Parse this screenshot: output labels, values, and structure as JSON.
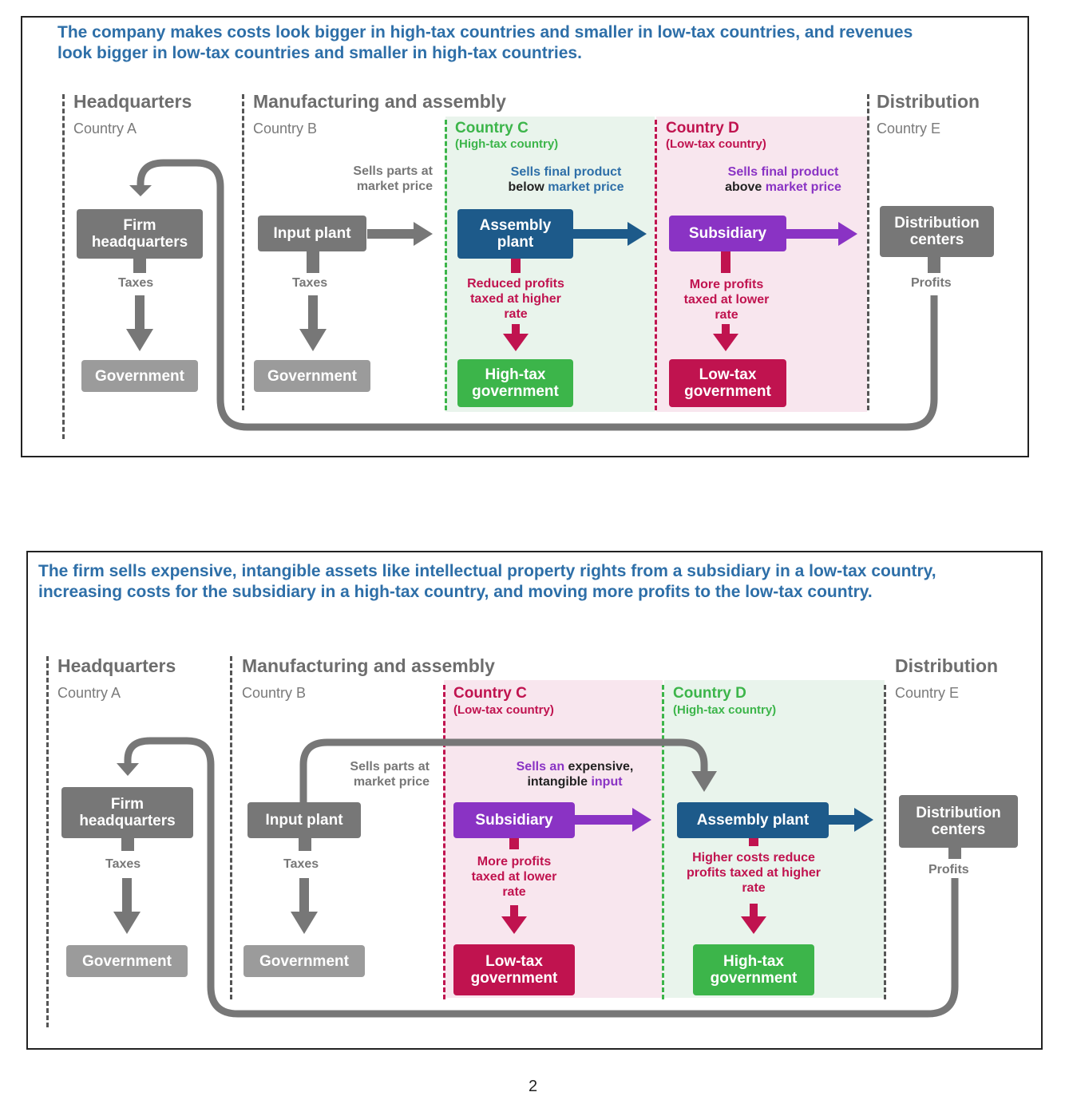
{
  "colors": {
    "gray": "#777777",
    "light_gray": "#9b9b9b",
    "blue": "#1d5a8a",
    "purple": "#8a33c4",
    "green": "#3cb54a",
    "crimson": "#c0134f",
    "caption_blue": "#2e6fa8",
    "green_bg": "#e9f4ec",
    "pink_bg": "#f8e6ee"
  },
  "panel1": {
    "caption": "The company makes costs look bigger in high-tax countries and smaller in low-tax countries, and revenues look bigger in low-tax countries and smaller in high-tax countries.",
    "headquarters": {
      "title": "Headquarters",
      "country": "Country A",
      "box": "Firm headquarters",
      "taxes": "Taxes",
      "government": "Government"
    },
    "manufacturing": {
      "title": "Manufacturing and assembly",
      "country_b": "Country B",
      "input_plant": "Input plant",
      "sells_parts": "Sells parts at market price",
      "taxes": "Taxes",
      "government": "Government"
    },
    "country_c": {
      "name": "Country C",
      "tag": "(High-tax country)",
      "sells_line1": "Sells final product",
      "sells_bold": "below",
      "sells_rest": " market price",
      "box": "Assembly plant",
      "note": "Reduced profits taxed at higher rate",
      "government": "High-tax government"
    },
    "country_d": {
      "name": "Country D",
      "tag": "(Low-tax country)",
      "sells_line1": "Sells final product",
      "sells_bold": "above",
      "sells_rest": " market price",
      "box": "Subsidiary",
      "note": "More profits taxed at lower rate",
      "government": "Low-tax government"
    },
    "distribution": {
      "title": "Distribution",
      "country": "Country E",
      "box": "Distribution centers",
      "profits": "Profits"
    }
  },
  "panel2": {
    "caption": "The firm sells expensive, intangible assets like intellectual property rights from a subsidiary in a low-tax country, increasing costs for the subsidiary in a high-tax country, and moving more profits to the low-tax country.",
    "headquarters": {
      "title": "Headquarters",
      "country": "Country A",
      "box": "Firm headquarters",
      "taxes": "Taxes",
      "government": "Government"
    },
    "manufacturing": {
      "title": "Manufacturing and assembly",
      "country_b": "Country B",
      "input_plant": "Input plant",
      "sells_parts": "Sells parts at market price",
      "taxes": "Taxes",
      "government": "Government"
    },
    "country_c": {
      "name": "Country C",
      "tag": "(Low-tax country)",
      "sells_a": "Sells an ",
      "sells_b": "expensive,",
      "sells_c": "intangible",
      "sells_d": " input",
      "box": "Subsidiary",
      "note": "More profits taxed at lower rate",
      "government": "Low-tax government"
    },
    "country_d": {
      "name": "Country D",
      "tag": "(High-tax country)",
      "box": "Assembly plant",
      "note": "Higher costs reduce profits taxed at higher rate",
      "government": "High-tax government"
    },
    "distribution": {
      "title": "Distribution",
      "country": "Country E",
      "box": "Distribution centers",
      "profits": "Profits"
    }
  },
  "page_number": "2"
}
